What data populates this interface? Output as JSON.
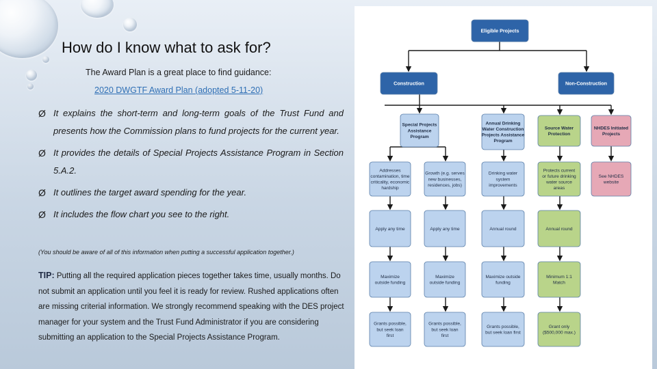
{
  "slide": {
    "title": "How do I know what to ask for?",
    "intro": "The Award Plan is a great place to find guidance:",
    "link": "2020 DWGTF Award Plan (adopted 5-11-20)",
    "bullet_marker": "Ø",
    "bullets": [
      "It explains the short-term and long-term goals of the Trust Fund and presents how the Commission plans to fund projects for the current year.",
      "It provides the details of Special Projects Assistance Program in Section 5.A.2.",
      "It outlines the target award spending for the year.",
      "It includes the flow chart you see to the right."
    ],
    "note": "(You should be aware of all of this information when putting a successful application together.)",
    "tip_label": "TIP:",
    "tip_text": "Putting all the required application pieces together takes time, usually months. Do not submit an application until you feel it is ready for review. Rushed applications often are missing criterial information.  We strongly recommend speaking with the DES project manager for your system and the Trust Fund Administrator if you are considering submitting an application to the Special Projects Assistance Program."
  },
  "colors": {
    "dark_blue": "#2e64a8",
    "light_blue": "#bcd3ee",
    "green": "#b9d48a",
    "pink": "#e6a8b6",
    "arrow": "#1a1a1a"
  },
  "flowchart": {
    "root": "Eligible Projects",
    "construction": "Construction",
    "non_construction": "Non-Construction",
    "spap": [
      "Special Projects",
      "Assistance",
      "Program"
    ],
    "annual": [
      "Annual Drinking",
      "Water Construction",
      "Projects Assistance",
      "Program"
    ],
    "source_water": [
      "Source Water",
      "Protection"
    ],
    "nhdes_initiated": [
      "NHDES Initiated",
      "Projects"
    ],
    "row1": [
      [
        "Addresses",
        "contamination, time",
        "criticality, economic",
        "hardship"
      ],
      [
        "Growth (e.g. serves",
        "new businesses,",
        "residences, jobs)"
      ],
      [
        "Drinking water",
        "system",
        "improvements"
      ],
      [
        "Protects current",
        "or future drinking",
        "water source",
        "areas"
      ],
      [
        "See NHDES",
        "website"
      ]
    ],
    "row2": [
      [
        "Apply any time"
      ],
      [
        "Apply any time"
      ],
      [
        "Annual round"
      ],
      [
        "Annual round"
      ]
    ],
    "row3": [
      [
        "Maximize",
        "outside funding"
      ],
      [
        "Maximize",
        "outside funding"
      ],
      [
        "Maximize outside",
        "funding"
      ],
      [
        "Minimum 1:1",
        "Match"
      ]
    ],
    "row4": [
      [
        "Grants possible,",
        "but seek loan",
        "first"
      ],
      [
        "Grants possible,",
        "but seek loan",
        "first"
      ],
      [
        "Grants possible,",
        "but seek loan first"
      ],
      [
        "Grant only",
        "($500,000 max.)"
      ]
    ]
  }
}
